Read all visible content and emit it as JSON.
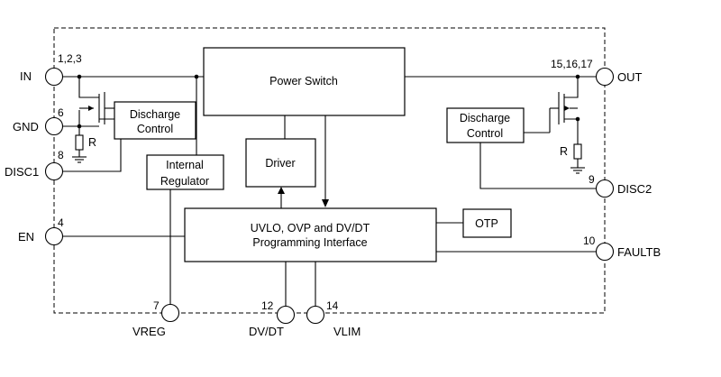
{
  "blocks": {
    "power_switch": "Power Switch",
    "discharge_left": [
      "Discharge",
      "Control"
    ],
    "internal_regulator": [
      "Internal",
      "Regulator"
    ],
    "driver": "Driver",
    "uvlo": [
      "UVLO, OVP and DV/DT",
      "Programming Interface"
    ],
    "otp": "OTP",
    "discharge_right": [
      "Discharge",
      "Control"
    ]
  },
  "resistors": {
    "left": "R",
    "right": "R"
  },
  "pins": {
    "in": {
      "label": "IN",
      "number": "1,2,3"
    },
    "gnd": {
      "label": "GND",
      "number": "6"
    },
    "disc1": {
      "label": "DISC1",
      "number": "8"
    },
    "en": {
      "label": "EN",
      "number": "4"
    },
    "out": {
      "label": "OUT",
      "number": "15,16,17"
    },
    "disc2": {
      "label": "DISC2",
      "number": "9"
    },
    "faultb": {
      "label": "FAULTB",
      "number": "10"
    },
    "vreg": {
      "label": "VREG",
      "number": "7"
    },
    "dvdt": {
      "label": "DV/DT",
      "number": "12"
    },
    "vlim": {
      "label": "VLIM",
      "number": "14"
    }
  }
}
